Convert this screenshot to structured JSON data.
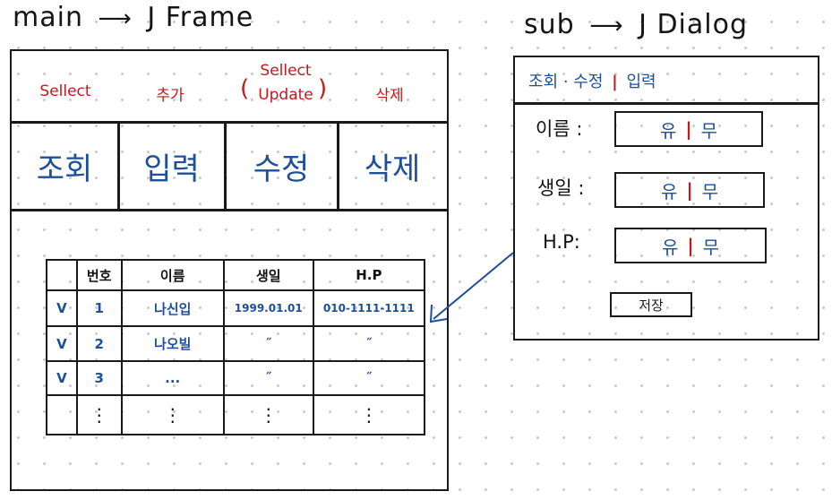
{
  "main_heading": {
    "name": "main",
    "target": "J Frame"
  },
  "sub_heading": {
    "name": "sub",
    "target": "J Dialog"
  },
  "operations": [
    "Sellect",
    "추가",
    "Sellect\nUpdate",
    "삭제"
  ],
  "menu": [
    "조회",
    "입력",
    "수정",
    "삭제"
  ],
  "table": {
    "headers": [
      "",
      "번호",
      "이름",
      "생일",
      "H.P"
    ],
    "rows": [
      [
        "V",
        "1",
        "나신입",
        "1999.01.01",
        "010-1111-1111"
      ],
      [
        "V",
        "2",
        "나오빌",
        "˝",
        "˝"
      ],
      [
        "V",
        "3",
        "...",
        "˝",
        "˝"
      ],
      [
        "",
        "⋮",
        "⋮",
        "⋮",
        "⋮"
      ]
    ]
  },
  "dialog": {
    "title_left": "조회 · 수정",
    "title_right": "입력",
    "fields": [
      {
        "label": "이름 :",
        "yes": "유",
        "no": "무"
      },
      {
        "label": "생일 :",
        "yes": "유",
        "no": "무"
      },
      {
        "label": "H.P:",
        "yes": "유",
        "no": "무"
      }
    ],
    "save_label": "저장"
  },
  "colors": {
    "red": "#c8161d",
    "blue": "#1f4f99",
    "ink": "#1a1a1a"
  }
}
